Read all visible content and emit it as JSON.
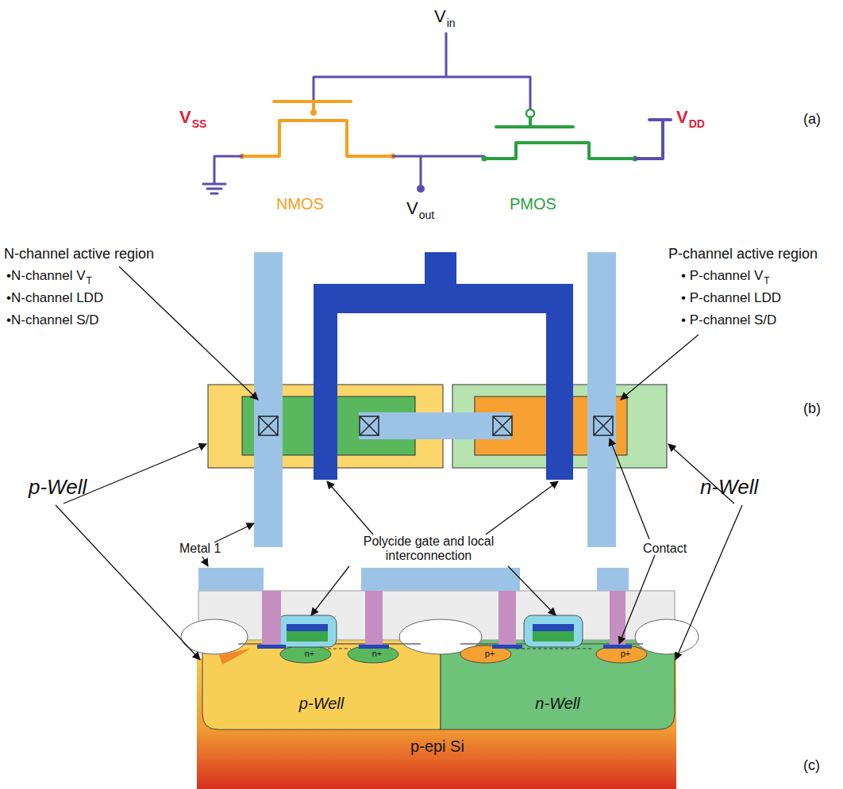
{
  "diagram": {
    "nodes": [
      {
        "text": [
          "p-epi Si"
        ]
      },
      {
        "text": [
          "p-Well"
        ],
        "in": 0
      },
      {
        "text": [
          "n-Well"
        ],
        "in": 0
      },
      {
        "text": [
          "n+"
        ],
        "in": 1
      },
      {
        "text": [
          "n+"
        ],
        "in": 1
      },
      {
        "text": [
          "p+"
        ],
        "in": 2
      },
      {
        "text": [
          "p+"
        ],
        "in": 2
      }
    ],
    "labels": [
      "V",
      "in",
      "V",
      "SS",
      "NMOS",
      "V",
      "out",
      "PMOS",
      "V",
      "DD",
      "(a)",
      "N-channel active region",
      "•N-channel V",
      "T",
      "•N-channel LDD",
      "•N-channel S/D",
      "P-channel active region",
      "• P-channel V",
      "T",
      "• P-channel LDD",
      "• P-channel S/D",
      "(b)",
      "p-Well",
      "Metal 1",
      "Polycide gate and local interconnection",
      "Contact",
      "n-Well",
      "(c)"
    ]
  }
}
